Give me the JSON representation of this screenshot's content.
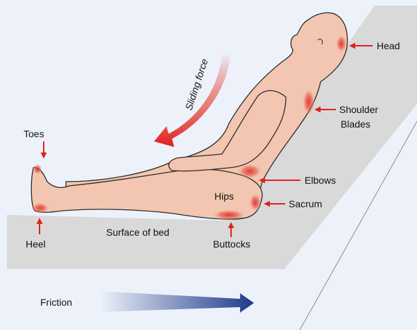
{
  "labels": {
    "head": "Head",
    "shoulder_line1": "Shoulder",
    "shoulder_line2": "Blades",
    "elbows": "Elbows",
    "sacrum": "Sacrum",
    "hips": "Hips",
    "buttocks": "Buttocks",
    "toes": "Toes",
    "heel": "Heel",
    "surface": "Surface of bed",
    "sliding_force": "Sliding force",
    "friction": "Friction"
  },
  "colors": {
    "background": "#edf2fa",
    "bed": "#d9d9d9",
    "skin": "#f2c6b0",
    "outline": "#2a2a2a",
    "pressure": "#e2453e",
    "arrow": "#e02020",
    "friction_arrow": "#1f3a8a"
  }
}
